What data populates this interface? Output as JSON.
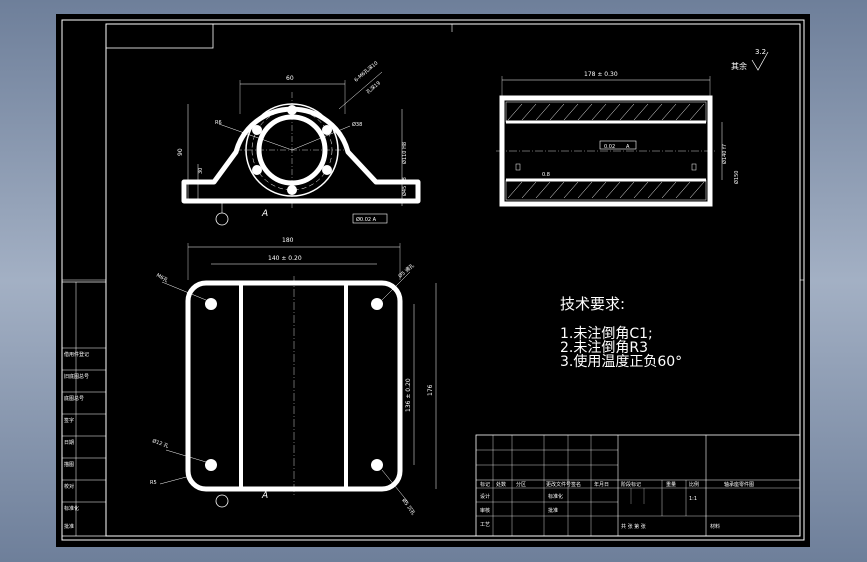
{
  "dimensions": {
    "top_width": "60",
    "hole_callout": "6-M6孔深10",
    "hole_callout_2": "孔深19",
    "height_90": "90",
    "height_30": "30",
    "r_label": "R6",
    "d38_label": "Ø38",
    "d110": "Ø110 H8",
    "d45": "Ø45 H8",
    "base_tol": "Ø0.02 A",
    "side_length": "178 ± 0.30",
    "side_d140": "Ø140 f7",
    "side_d150": "Ø150",
    "side_small": "0.8",
    "side_ref": "0.02",
    "side_ref_sym": "A",
    "plan_width": "180",
    "plan_inner": "140 ± 0.20",
    "plan_height_inner": "136 ± 0.20",
    "plan_height": "176",
    "callout_tl": "M6孔",
    "callout_tr": "Ø5 通孔",
    "callout_bl": "Ø12 孔",
    "callout_bl2": "R5",
    "callout_br": "Ø5 沉孔"
  },
  "notes": {
    "heading": "技术要求:",
    "line1": "1.未注倒角C1;",
    "line2": "2.未注倒角R3",
    "line3": "3.使用温度正负60°"
  },
  "roughness": {
    "label": "其余",
    "value": "3.2"
  },
  "left_strip": [
    "借用件登记",
    "旧底图总号",
    "底图总号",
    "签字",
    "日期",
    "描图",
    "校对",
    "标准化",
    "批准"
  ],
  "title_block": {
    "row_labels": [
      "标记",
      "处数",
      "分区",
      "更改文件号",
      "签名",
      "年月日"
    ],
    "design": "设计",
    "review": "审核",
    "craft": "工艺",
    "stage": "阶段标记",
    "weight": "重量",
    "scale": "比例",
    "scale_value": "1:1",
    "sheets": "共  张   第  张",
    "name": "轴承座零件图",
    "std": "标准化",
    "approve": "批准",
    "material": "材料"
  }
}
